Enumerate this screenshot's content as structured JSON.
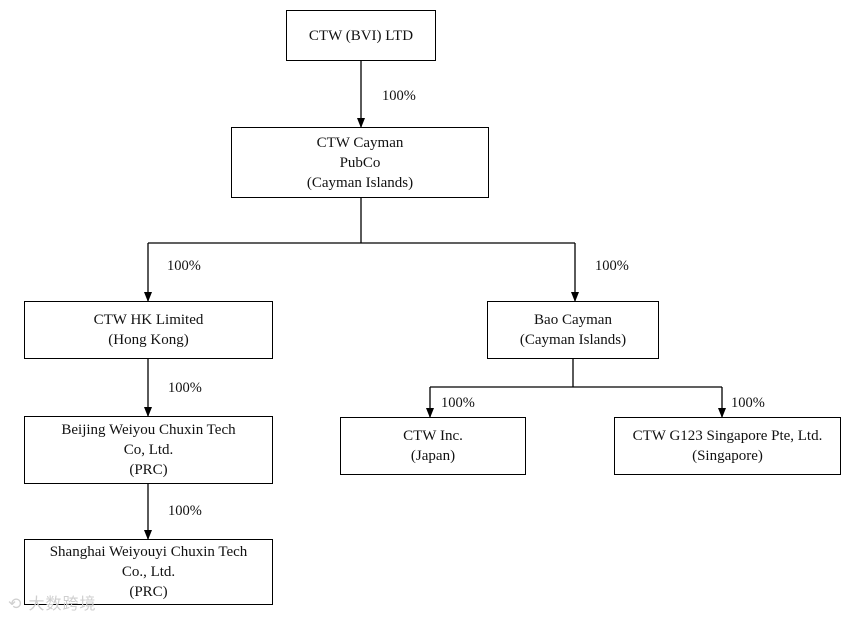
{
  "entities": {
    "ctw_bvi": [
      "CTW (BVI) LTD"
    ],
    "cayman_pubco": [
      "CTW Cayman",
      "PubCo",
      "(Cayman Islands)"
    ],
    "hk_limited": [
      "CTW HK Limited",
      "(Hong Kong)"
    ],
    "bao_cayman": [
      "Bao Cayman",
      "(Cayman Islands)"
    ],
    "beijing_weiyou": [
      "Beijing Weiyou Chuxin Tech",
      "Co, Ltd.",
      "(PRC)"
    ],
    "ctw_japan": [
      "CTW Inc.",
      "(Japan)"
    ],
    "ctw_singapore": [
      "CTW G123 Singapore Pte, Ltd.",
      "(Singapore)"
    ],
    "shanghai_weiyouyi": [
      "Shanghai Weiyouyi Chuxin Tech",
      "Co., Ltd.",
      "(PRC)"
    ]
  },
  "ownership": {
    "bvi_to_pubco": "100%",
    "pubco_to_hk": "100%",
    "pubco_to_bao": "100%",
    "hk_to_beijing": "100%",
    "bao_to_japan": "100%",
    "bao_to_singapore": "100%",
    "beijing_to_shanghai": "100%"
  },
  "watermark": "大数跨境"
}
